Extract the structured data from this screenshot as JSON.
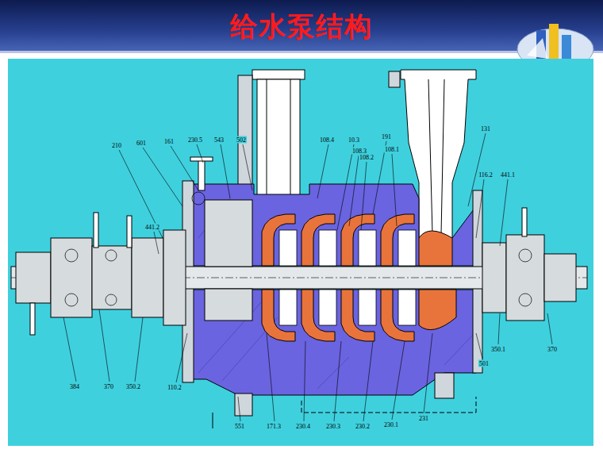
{
  "diagram": {
    "title": "给水泵结构",
    "labels": [
      "210",
      "601",
      "161",
      "230.5",
      "543",
      "502",
      "108.4",
      "10.3",
      "108.3",
      "108.2",
      "191",
      "108.1",
      "131",
      "116.2",
      "441.1",
      "441.2",
      "384",
      "370",
      "350.2",
      "110.2",
      "551",
      "171.3",
      "230.4",
      "230.3",
      "230.2",
      "230.1",
      "231",
      "501",
      "350.1",
      "370"
    ]
  }
}
